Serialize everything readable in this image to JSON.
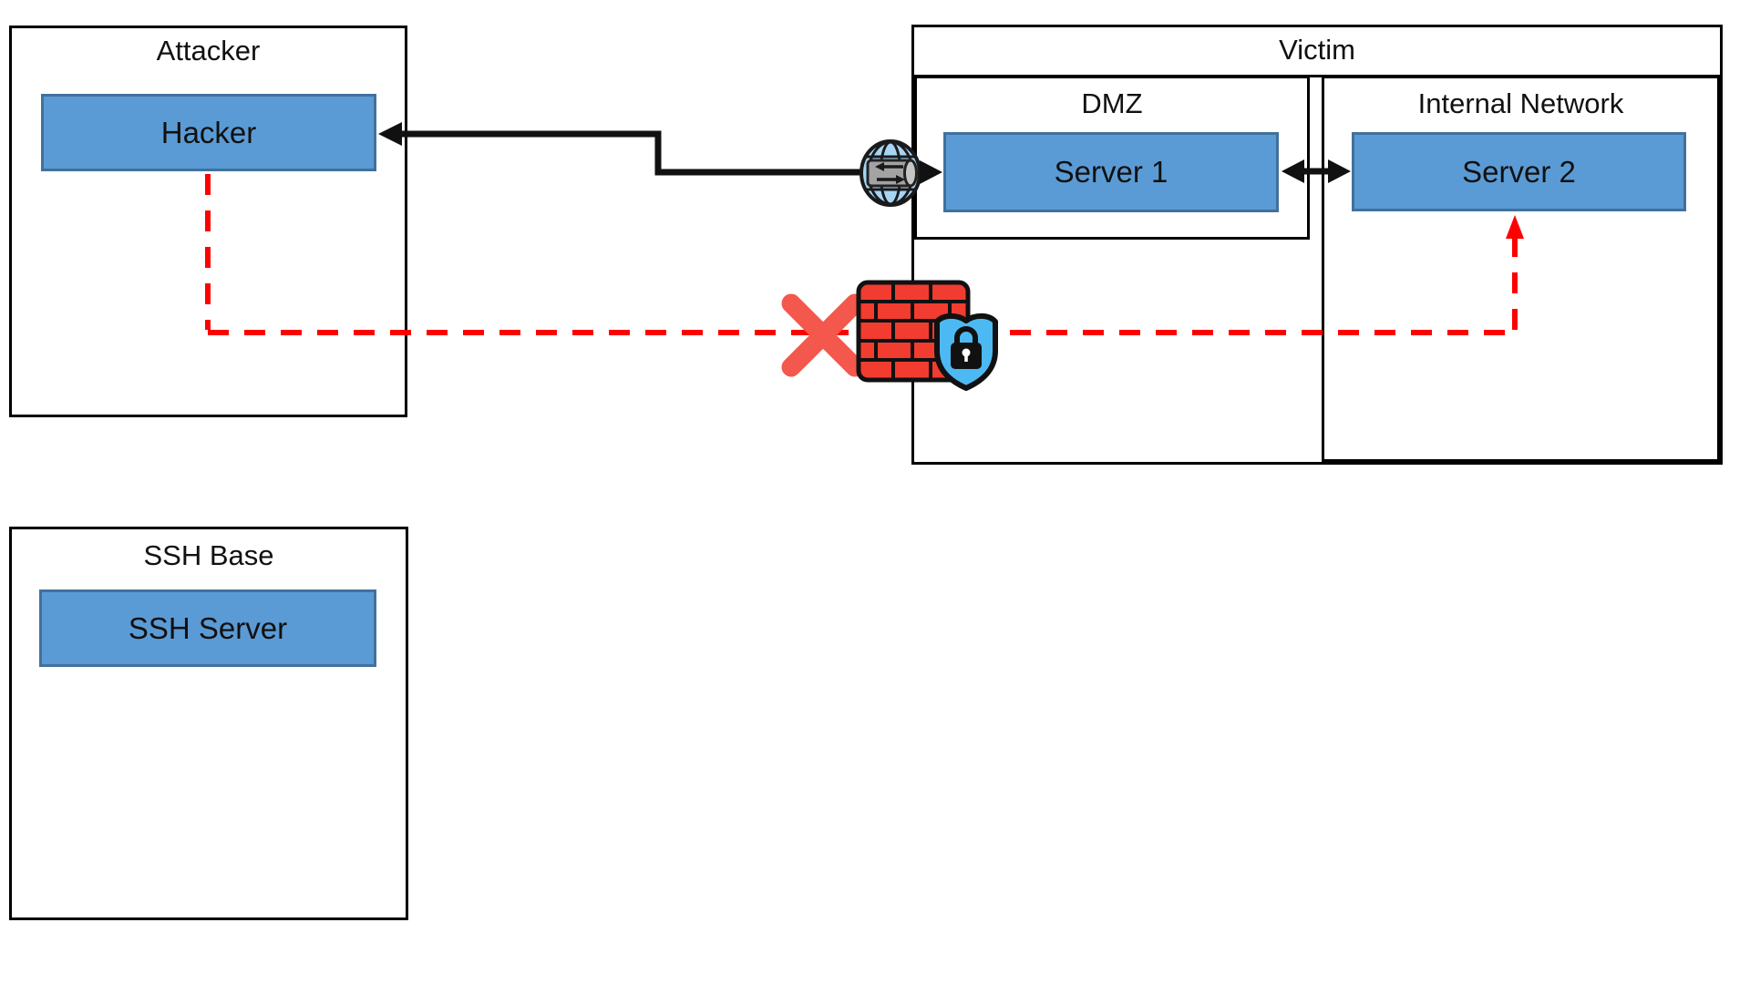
{
  "groups": {
    "attacker": {
      "title": "Attacker",
      "node_label": "Hacker"
    },
    "victim": {
      "title": "Victim",
      "dmz": {
        "title": "DMZ",
        "node_label": "Server 1"
      },
      "internal": {
        "title": "Internal Network",
        "node_label": "Server 2"
      }
    },
    "ssh_base": {
      "title": "SSH Base",
      "node_label": "SSH Server"
    }
  },
  "connections": {
    "internet_to_hacker": {
      "style": "solid black elbow arrow",
      "from": "internet-gateway-globe",
      "to": "Hacker"
    },
    "gateway_to_server1": {
      "style": "solid black arrow",
      "from": "internet-gateway-globe",
      "to": "Server 1"
    },
    "server1_server2": {
      "style": "solid black double-headed arrow",
      "from": "Server 1",
      "to": "Server 2"
    },
    "blocked_path": {
      "style": "red dashed elbow arrow",
      "from": "Hacker",
      "to": "Server 2",
      "blocked_by": "firewall"
    }
  },
  "icons": {
    "gateway": "internet-gateway-globe",
    "firewall": "firewall-brick-wall",
    "shield": "shield-lock",
    "blocked": "blocked-x-mark"
  },
  "colors": {
    "node_fill": "#5b9bd5",
    "node_border": "#41719c",
    "box_outline": "#000000",
    "arrow_black": "#111111",
    "dash_red": "#ff0000",
    "x_red": "#f4574c",
    "brick_red": "#f23c30",
    "shield_blue": "#4db9f2",
    "globe_blue": "#a8d4f4",
    "cylinder_gray": "#a3a3a3"
  }
}
